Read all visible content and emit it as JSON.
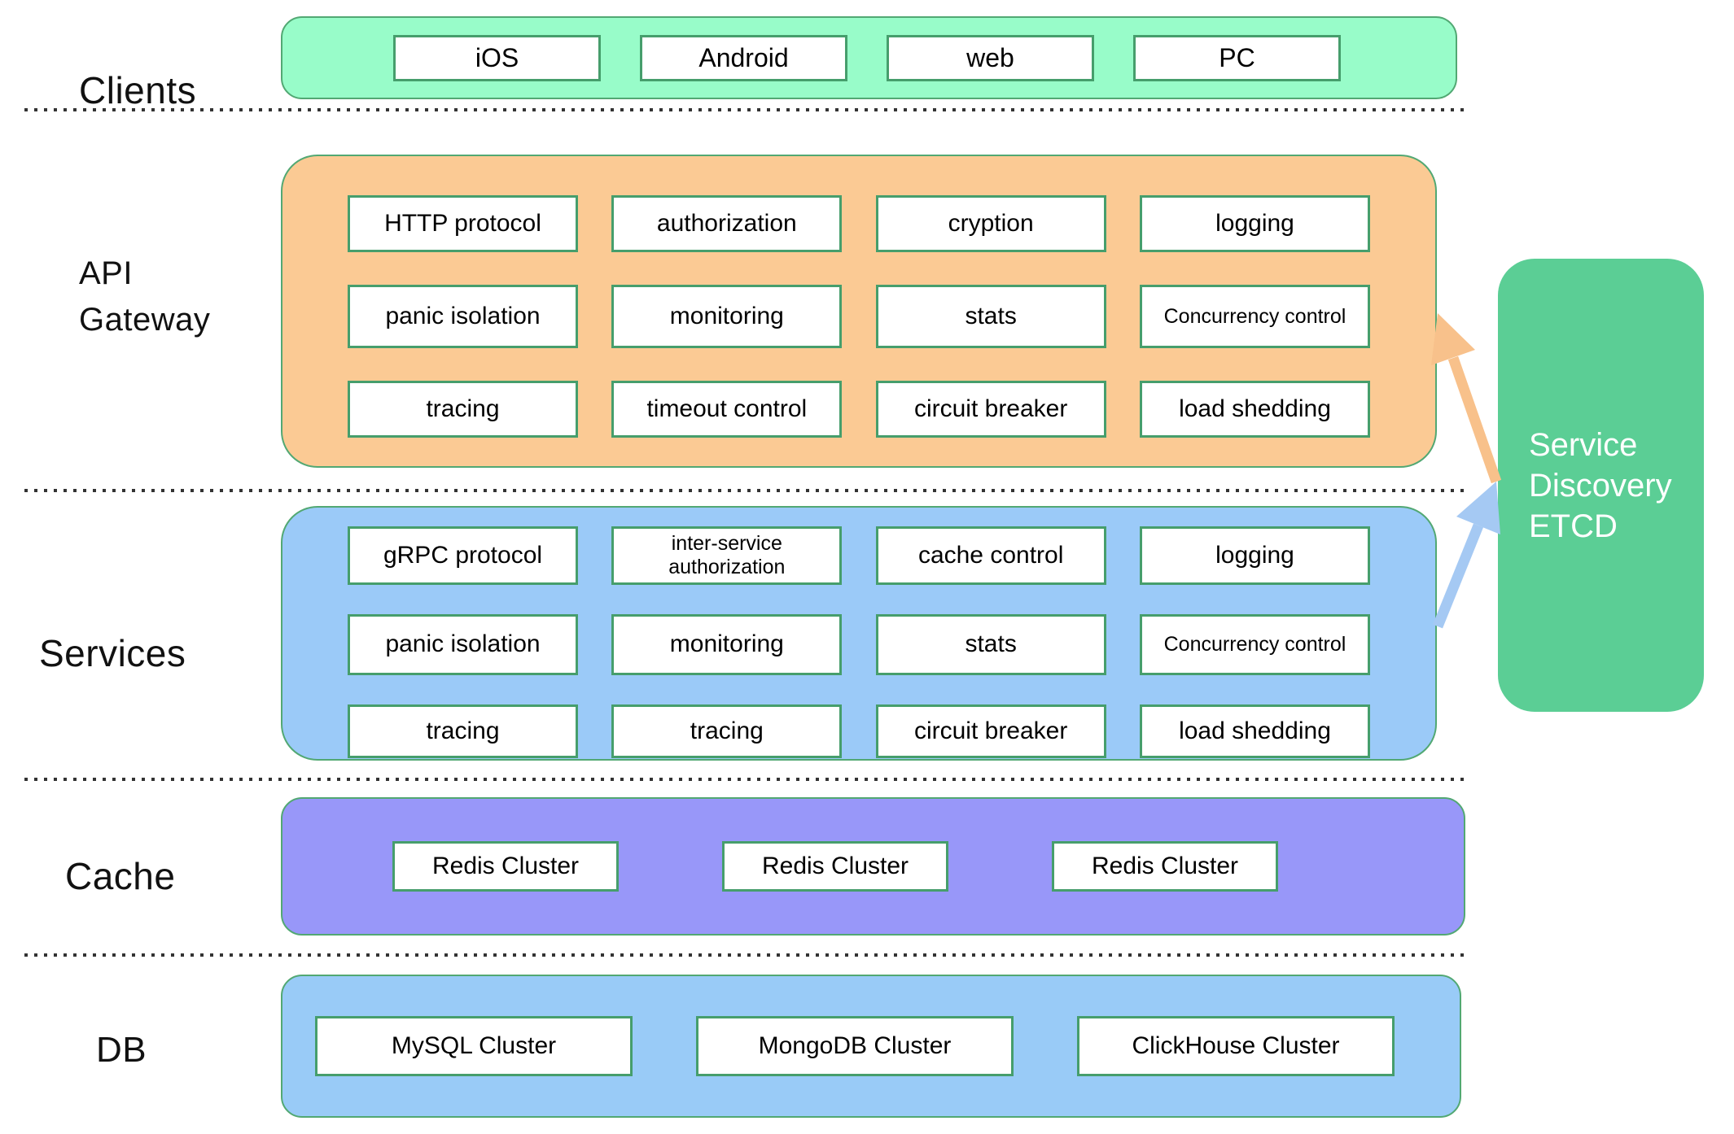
{
  "colors": {
    "clients-fill": "#98FCC9",
    "gateway-fill": "#FBCA94",
    "services-fill": "#9BCAF8",
    "cache-fill": "#9897F9",
    "db-fill": "#99CBF7",
    "etcd-fill": "#5BCE95",
    "layer-border": "#52A873",
    "cell-border": "#469E6C",
    "arrow-orange": "#F8C18B",
    "arrow-blue": "#A5C9F3"
  },
  "labels": {
    "clients": "Clients",
    "gateway": "API\nGateway",
    "services": "Services",
    "cache": "Cache",
    "db": "DB"
  },
  "clients": {
    "items": [
      "iOS",
      "Android",
      "web",
      "PC"
    ]
  },
  "gateway": {
    "rows": [
      [
        "HTTP protocol",
        "authorization",
        "cryption",
        "logging"
      ],
      [
        "panic isolation",
        "monitoring",
        "stats",
        "Concurrency control"
      ],
      [
        "tracing",
        "timeout control",
        "circuit breaker",
        "load shedding"
      ]
    ]
  },
  "services": {
    "rows": [
      [
        "gRPC protocol",
        "inter-service authorization",
        "cache control",
        "logging"
      ],
      [
        "panic isolation",
        "monitoring",
        "stats",
        "Concurrency control"
      ],
      [
        "tracing",
        "tracing",
        "circuit breaker",
        "load shedding"
      ]
    ]
  },
  "cache": {
    "items": [
      "Redis Cluster",
      "Redis Cluster",
      "Redis Cluster"
    ]
  },
  "db": {
    "items": [
      "MySQL Cluster",
      "MongoDB Cluster",
      "ClickHouse Cluster"
    ]
  },
  "etcd": {
    "lines": [
      "Service",
      "Discovery",
      "ETCD"
    ]
  }
}
